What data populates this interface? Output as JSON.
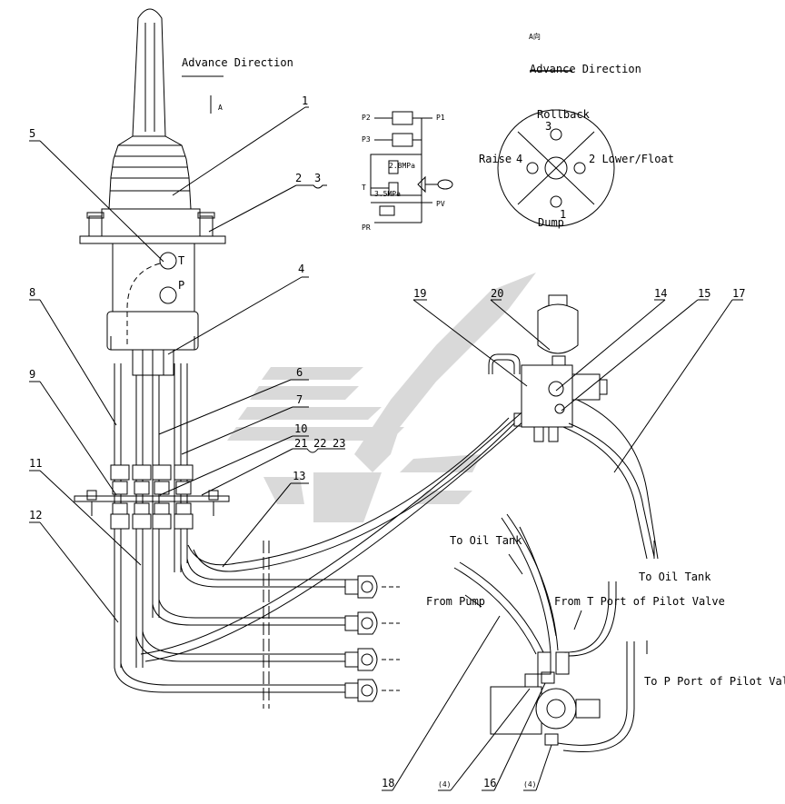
{
  "labels": {
    "advance_left": "Advance Direction",
    "view_mark": "A",
    "view_title": "A向",
    "advance_right": "Advance Direction",
    "rollback": "Rollback",
    "raise": "Raise",
    "lower_float": "2 Lower/Float",
    "dump": "Dump",
    "pos_3": "3",
    "pos_4": "4",
    "pos_1": "1",
    "port_T": "T",
    "port_P": "P",
    "to_oil_tank_1": "To Oil Tank",
    "to_oil_tank_2": "To Oil Tank",
    "from_t_port": "From T Port of Pilot Valve",
    "from_pump": "From Pump",
    "to_p_port": "To P Port of Pilot Valve"
  },
  "schematic": {
    "p2": "P2",
    "p1": "P1",
    "p3": "P3",
    "t": "T",
    "pv": "PV",
    "pr": "PR",
    "pressure_1": "2.8MPa",
    "pressure_2": "3.5MPa"
  },
  "callouts": [
    "1",
    "2",
    "3",
    "4",
    "5",
    "6",
    "7",
    "8",
    "9",
    "10",
    "11",
    "12",
    "13",
    "14",
    "15",
    "16",
    "17",
    "18",
    "19",
    "20",
    "21",
    "22",
    "23",
    "(4)",
    "(4)"
  ]
}
